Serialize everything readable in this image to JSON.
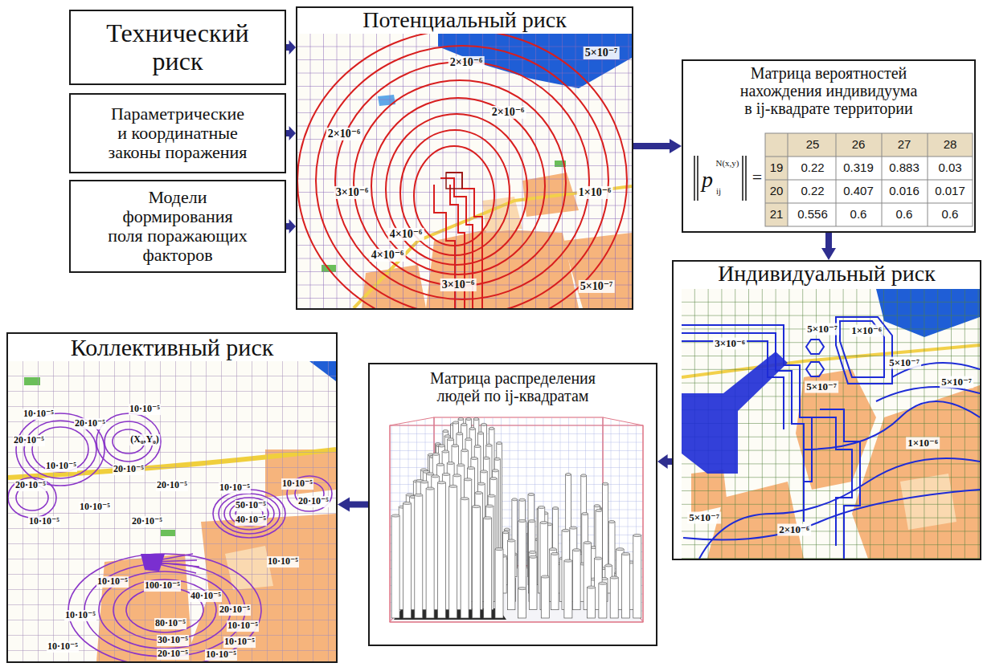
{
  "diagram": {
    "nodes": [
      {
        "text": [
          "Технический риск"
        ]
      },
      {
        "text": [
          "Параметрические и координатные законы поражения"
        ]
      },
      {
        "text": [
          "Модели формирования поля поражающих факторов"
        ]
      },
      {
        "text": [
          "Потенциальный риск"
        ]
      },
      {
        "text": [
          "Матрица вероятностей нахождения индивидуума в ij-квадрате территории"
        ]
      },
      {
        "text": [
          "Индивидуальный риск"
        ]
      },
      {
        "text": [
          "Матрица распределения людей по ij-квадратам"
        ]
      },
      {
        "text": [
          "Коллективный риск"
        ]
      }
    ],
    "edges": [
      {
        "from": 0,
        "to": 3,
        "arrow": "to"
      },
      {
        "from": 1,
        "to": 3,
        "arrow": "to"
      },
      {
        "from": 2,
        "to": 3,
        "arrow": "to"
      },
      {
        "from": 3,
        "to": 4,
        "arrow": "to"
      },
      {
        "from": 4,
        "to": 5,
        "arrow": "to"
      },
      {
        "from": 5,
        "to": 6,
        "arrow": "to"
      },
      {
        "from": 6,
        "to": 7,
        "arrow": "to"
      }
    ],
    "labels": [
      "2×10⁻⁶",
      "5×10⁻⁷",
      "2×10⁻⁶",
      "2×10⁻⁶",
      "3×10⁻⁶",
      "1×10⁻⁶",
      "4×10⁻⁶",
      "4×10⁻⁶",
      "3×10⁻⁶",
      "5×10⁻⁷",
      "p",
      "N(x,y)",
      "ij",
      "=",
      "25",
      "26",
      "27",
      "28",
      "19",
      "0.22",
      "0.319",
      "0.883",
      "0.03",
      "20",
      "0.22",
      "0.407",
      "0.016",
      "0.017",
      "21",
      "0.556",
      "0.6",
      "0.6",
      "0.6",
      "5×10⁻⁷",
      "1×10⁻⁶",
      "3×10⁻⁶",
      "5×10⁻⁷",
      "5×10⁻⁷",
      "5×10⁻⁷",
      "1×10⁻⁶",
      "5×10⁻⁷",
      "2×10⁻⁶",
      "10·10⁻⁵",
      "10·10⁻⁵",
      "20·10⁻⁵",
      "20·10⁻⁵",
      "(X₀,Y₀)",
      "10·10⁻⁵",
      "20·10⁻⁵",
      "20·10⁻⁵",
      "20·10⁻⁵",
      "10·10⁻⁵",
      "10·10⁻⁵",
      "20·10⁻⁵",
      "10·10⁻⁵",
      "50·10⁻⁵",
      "10·10⁻⁵",
      "40·10⁻⁵",
      "20·10⁻⁵",
      "10·10⁻⁵",
      "10·10⁻⁵",
      "100·10⁻⁵",
      "40·10⁻⁵",
      "20·10⁻⁵",
      "10·10⁻⁵",
      "80·10⁻⁵",
      "10·10⁻⁵",
      "30·10⁻⁵",
      "10·10⁻⁵",
      "10·10⁻⁵",
      "20·10⁻⁵",
      "10·10⁻⁵"
    ]
  }
}
